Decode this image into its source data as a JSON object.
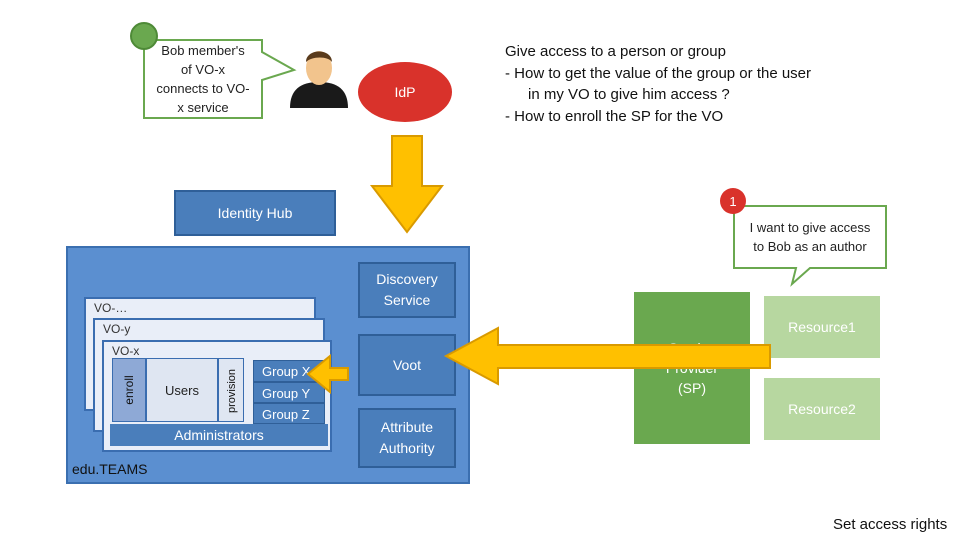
{
  "callout_bob": {
    "lines": [
      "Bob member's",
      "of VO-x",
      "connects to VO-",
      "x service"
    ]
  },
  "idp": {
    "label": "IdP"
  },
  "info": {
    "title": "Give access to a person or group",
    "bullet1_line1": "-  How to get the value of the group or the user",
    "bullet1_line2": "in my VO to give him access ?",
    "bullet2": "-  How to enroll the SP for the VO"
  },
  "identity_hub": {
    "label": "Identity Hub"
  },
  "step_badge": {
    "number": "1"
  },
  "callout_author": {
    "lines": [
      "I want to give access",
      "to Bob as an author"
    ]
  },
  "discovery": {
    "lines": [
      "Discovery",
      "Service"
    ]
  },
  "voot": {
    "label": "Voot"
  },
  "attribute_authority": {
    "lines": [
      "Attribute",
      "Authority"
    ]
  },
  "eduteams": {
    "label": "edu.TEAMS"
  },
  "vos": {
    "vo_dots": "VO-…",
    "vo_y": "VO-y",
    "vo_x": "VO-x"
  },
  "enroll": {
    "label": "enroll"
  },
  "users": {
    "label": "Users"
  },
  "provision": {
    "label": "provision"
  },
  "groups": [
    "Group X",
    "Group Y",
    "Group Z"
  ],
  "administrators": {
    "label": "Administrators"
  },
  "sp": {
    "lines": [
      "Service",
      "Provider",
      "(SP)"
    ]
  },
  "resources": {
    "r1": "Resource1",
    "r2": "Resource2"
  },
  "footer": {
    "label": "Set access rights"
  },
  "colors": {
    "blue": "#4a7ebb",
    "dark_blue": "#2f5f98",
    "green": "#6aa84f",
    "light_green": "#b7d7a0",
    "orange": "#ffc000",
    "orange_edge": "#d99a00"
  }
}
